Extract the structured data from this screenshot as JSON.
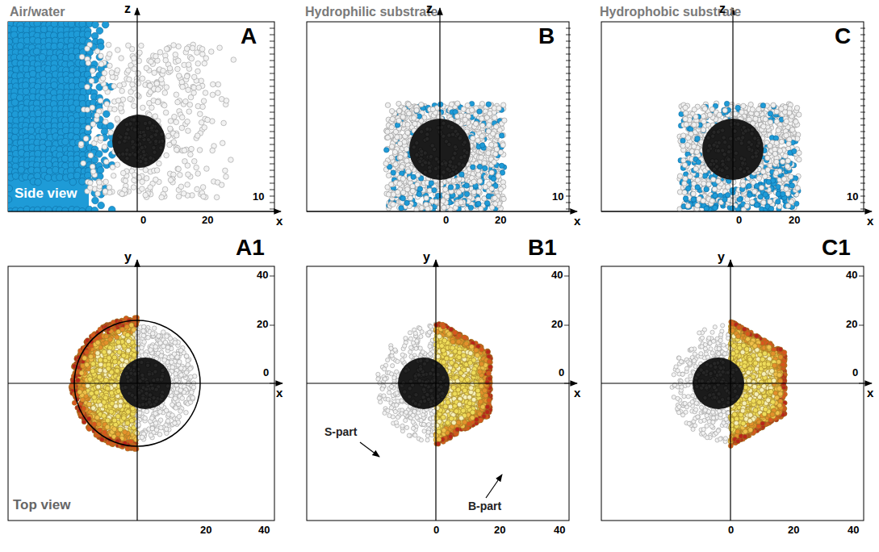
{
  "diagram": {
    "labels": [
      "Air/water",
      "A",
      "z",
      "10",
      "x",
      "0",
      "20",
      "Side view",
      "Hydrophilic substrate",
      "B",
      "z",
      "10",
      "x",
      "0",
      "20",
      "Hydrophobic substrate",
      "C",
      "z",
      "10",
      "x",
      "0",
      "20",
      "A1",
      "y",
      "40",
      "20",
      "0",
      "x",
      "20",
      "40",
      "Top view",
      "B1",
      "y",
      "S-part",
      "40",
      "20",
      "0",
      "x",
      "B-part",
      "0",
      "20",
      "40",
      "C1",
      "y",
      "40",
      "20",
      "0",
      "x",
      "0",
      "20",
      "40"
    ]
  }
}
